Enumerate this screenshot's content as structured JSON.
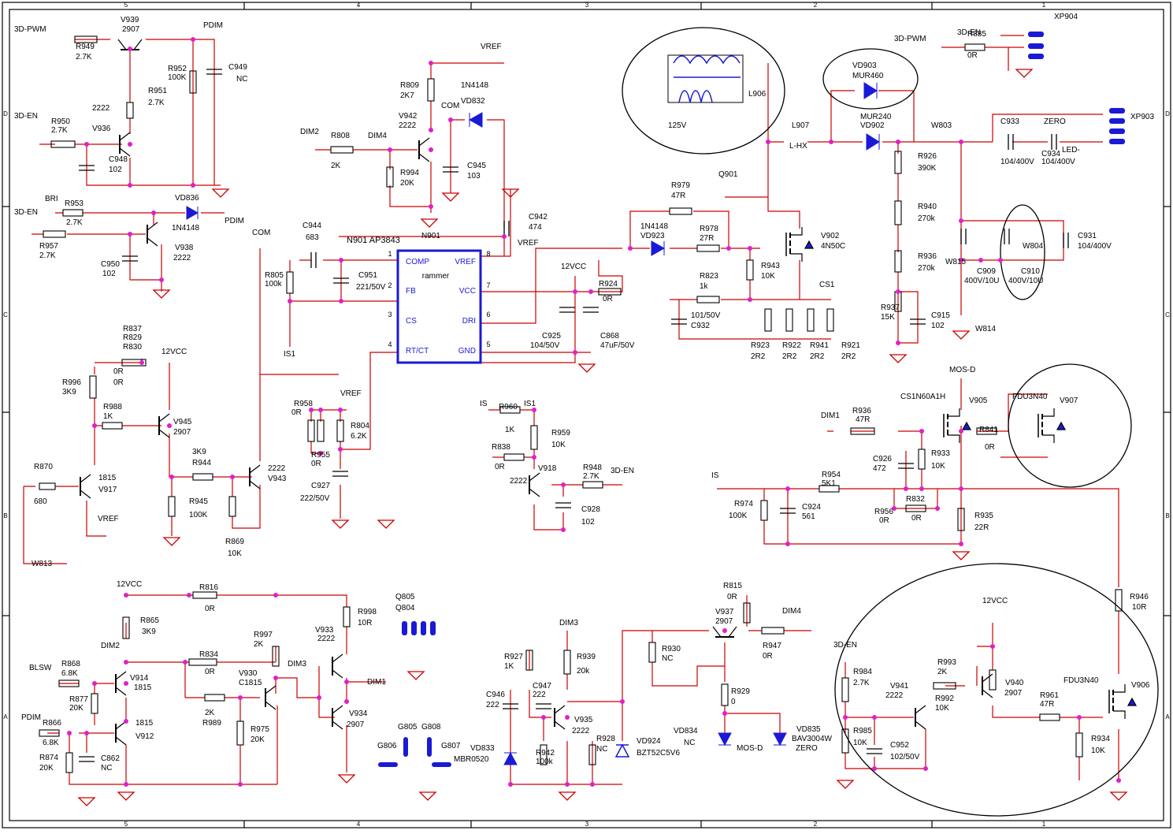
{
  "frame": {
    "columns": [
      "5",
      "4",
      "3",
      "2",
      "1"
    ],
    "rows": [
      "D",
      "C",
      "B",
      "A"
    ]
  },
  "ic": {
    "ref": "N901 AP3843",
    "center": "rammer",
    "pins": [
      {
        "n": "1",
        "name": "COMP"
      },
      {
        "n": "2",
        "name": "FB"
      },
      {
        "n": "3",
        "name": "CS"
      },
      {
        "n": "4",
        "name": "RT/CT"
      },
      {
        "n": "8",
        "name": "VREF"
      },
      {
        "n": "7",
        "name": "VCC"
      },
      {
        "n": "6",
        "name": "DRI"
      },
      {
        "n": "5",
        "name": "GND"
      }
    ]
  },
  "labels": [
    {
      "id": "t1",
      "text": "3D-PWM"
    },
    {
      "id": "t2",
      "text": "R949"
    },
    {
      "id": "t3",
      "text": "2.7K"
    },
    {
      "id": "t4",
      "text": "V939"
    },
    {
      "id": "t5",
      "text": "2907"
    },
    {
      "id": "t6",
      "text": "PDIM"
    },
    {
      "id": "t7",
      "text": "R952"
    },
    {
      "id": "t8",
      "text": "100K"
    },
    {
      "id": "t9",
      "text": "C949"
    },
    {
      "id": "t10",
      "text": "NC"
    },
    {
      "id": "t11",
      "text": "R951"
    },
    {
      "id": "t12",
      "text": "2.7K"
    },
    {
      "id": "t13",
      "text": "2222"
    },
    {
      "id": "t14",
      "text": "3D-EN"
    },
    {
      "id": "t15",
      "text": "R950"
    },
    {
      "id": "t16",
      "text": "2.7K"
    },
    {
      "id": "t17",
      "text": "V936"
    },
    {
      "id": "t18",
      "text": "C948"
    },
    {
      "id": "t19",
      "text": "102"
    },
    {
      "id": "t20",
      "text": "BRI"
    },
    {
      "id": "t21",
      "text": "R953"
    },
    {
      "id": "t22",
      "text": "2.7K"
    },
    {
      "id": "t23",
      "text": "3D-EN"
    },
    {
      "id": "t24",
      "text": "VD836"
    },
    {
      "id": "t25",
      "text": "1N4148"
    },
    {
      "id": "t26",
      "text": "PDIM"
    },
    {
      "id": "t27",
      "text": "R957"
    },
    {
      "id": "t28",
      "text": "2.7K"
    },
    {
      "id": "t29",
      "text": "V938"
    },
    {
      "id": "t30",
      "text": "2222"
    },
    {
      "id": "t31",
      "text": "C950"
    },
    {
      "id": "t32",
      "text": "102"
    },
    {
      "id": "t33",
      "text": "COM"
    },
    {
      "id": "t34",
      "text": "VREF"
    },
    {
      "id": "t35",
      "text": "R809"
    },
    {
      "id": "t36",
      "text": "2K7"
    },
    {
      "id": "t37",
      "text": "1N4148"
    },
    {
      "id": "t38",
      "text": "COM"
    },
    {
      "id": "t39",
      "text": "VD832"
    },
    {
      "id": "t40",
      "text": "V942"
    },
    {
      "id": "t41",
      "text": "2222"
    },
    {
      "id": "t42",
      "text": "DIM2"
    },
    {
      "id": "t43",
      "text": "R808"
    },
    {
      "id": "t44",
      "text": "DIM4"
    },
    {
      "id": "t45",
      "text": "2K"
    },
    {
      "id": "t46",
      "text": "R994"
    },
    {
      "id": "t47",
      "text": "20K"
    },
    {
      "id": "t48",
      "text": "C945"
    },
    {
      "id": "t49",
      "text": "103"
    },
    {
      "id": "t50",
      "text": "N901"
    },
    {
      "id": "t51",
      "text": "C944"
    },
    {
      "id": "t52",
      "text": "683"
    },
    {
      "id": "t53",
      "text": "R805"
    },
    {
      "id": "t54",
      "text": "100k"
    },
    {
      "id": "t55",
      "text": "C951"
    },
    {
      "id": "t56",
      "text": "221/50V"
    },
    {
      "id": "t57",
      "text": "IS1"
    },
    {
      "id": "t58",
      "text": "C942"
    },
    {
      "id": "t59",
      "text": "474"
    },
    {
      "id": "t60",
      "text": "VREF"
    },
    {
      "id": "t61",
      "text": "12VCC"
    },
    {
      "id": "t62",
      "text": "R924"
    },
    {
      "id": "t63",
      "text": "0R"
    },
    {
      "id": "t64",
      "text": "C925"
    },
    {
      "id": "t65",
      "text": "104/50V"
    },
    {
      "id": "t66",
      "text": "C868"
    },
    {
      "id": "t67",
      "text": "47uF/50V"
    },
    {
      "id": "t68",
      "text": "R979"
    },
    {
      "id": "t69",
      "text": "47R"
    },
    {
      "id": "t70",
      "text": "1N4148"
    },
    {
      "id": "t71",
      "text": "VD923"
    },
    {
      "id": "t72",
      "text": "R978"
    },
    {
      "id": "t73",
      "text": "27R"
    },
    {
      "id": "t74",
      "text": "Q901"
    },
    {
      "id": "t75",
      "text": "V902"
    },
    {
      "id": "t76",
      "text": "4N50C"
    },
    {
      "id": "t77",
      "text": "R943"
    },
    {
      "id": "t78",
      "text": "10K"
    },
    {
      "id": "t79",
      "text": "R823"
    },
    {
      "id": "t80",
      "text": "1k"
    },
    {
      "id": "t81",
      "text": "CS1"
    },
    {
      "id": "t82",
      "text": "101/50V"
    },
    {
      "id": "t83",
      "text": "C932"
    },
    {
      "id": "t84",
      "text": "R923"
    },
    {
      "id": "t85",
      "text": "2R2"
    },
    {
      "id": "t86",
      "text": "R922"
    },
    {
      "id": "t87",
      "text": "2R2"
    },
    {
      "id": "t88",
      "text": "R941"
    },
    {
      "id": "t89",
      "text": "2R2"
    },
    {
      "id": "t90",
      "text": "R921"
    },
    {
      "id": "t91",
      "text": "2R2"
    },
    {
      "id": "t92",
      "text": "125V"
    },
    {
      "id": "t93",
      "text": "L906"
    },
    {
      "id": "t94",
      "text": "L907"
    },
    {
      "id": "t95",
      "text": "L-HX"
    },
    {
      "id": "t96",
      "text": "VD903"
    },
    {
      "id": "t97",
      "text": "MUR460"
    },
    {
      "id": "t98",
      "text": "MUR240"
    },
    {
      "id": "t99",
      "text": "VD902"
    },
    {
      "id": "t100",
      "text": "W803"
    },
    {
      "id": "t101",
      "text": "R926"
    },
    {
      "id": "t102",
      "text": "390K"
    },
    {
      "id": "t103",
      "text": "R940"
    },
    {
      "id": "t104",
      "text": "270k"
    },
    {
      "id": "t105",
      "text": "R936"
    },
    {
      "id": "t106",
      "text": "270k"
    },
    {
      "id": "t107",
      "text": "R937"
    },
    {
      "id": "t108",
      "text": "15K"
    },
    {
      "id": "t109",
      "text": "C915"
    },
    {
      "id": "t110",
      "text": "102"
    },
    {
      "id": "t111",
      "text": "3D-PWM"
    },
    {
      "id": "t112",
      "text": "3D-EN"
    },
    {
      "id": "t113",
      "text": "R885"
    },
    {
      "id": "t114",
      "text": "0R"
    },
    {
      "id": "t115",
      "text": "XP904"
    },
    {
      "id": "t116",
      "text": "C933"
    },
    {
      "id": "t117",
      "text": "ZERO"
    },
    {
      "id": "t118",
      "text": "C934"
    },
    {
      "id": "t119",
      "text": "LED-"
    },
    {
      "id": "t120",
      "text": "104/400V"
    },
    {
      "id": "t121",
      "text": "104/400V"
    },
    {
      "id": "t122",
      "text": "XP903"
    },
    {
      "id": "t123",
      "text": "W815"
    },
    {
      "id": "t124",
      "text": "C909"
    },
    {
      "id": "t125",
      "text": "400V/10U"
    },
    {
      "id": "t126",
      "text": "C910"
    },
    {
      "id": "t127",
      "text": "400V/10U"
    },
    {
      "id": "t128",
      "text": "W804"
    },
    {
      "id": "t129",
      "text": "C931"
    },
    {
      "id": "t130",
      "text": "104/400V"
    },
    {
      "id": "t131",
      "text": "W814"
    },
    {
      "id": "t132",
      "text": "MOS-D"
    },
    {
      "id": "t133",
      "text": "CS1N60A1H"
    },
    {
      "id": "t134",
      "text": "V905"
    },
    {
      "id": "t135",
      "text": "FDU3N40"
    },
    {
      "id": "t136",
      "text": "V907"
    },
    {
      "id": "t137",
      "text": "DIM1"
    },
    {
      "id": "t138",
      "text": "R936"
    },
    {
      "id": "t139",
      "text": "47R"
    },
    {
      "id": "t140",
      "text": "R841"
    },
    {
      "id": "t141",
      "text": "0R"
    },
    {
      "id": "t142",
      "text": "C926"
    },
    {
      "id": "t143",
      "text": "472"
    },
    {
      "id": "t144",
      "text": "R933"
    },
    {
      "id": "t145",
      "text": "10K"
    },
    {
      "id": "t146",
      "text": "IS"
    },
    {
      "id": "t147",
      "text": "R954"
    },
    {
      "id": "t148",
      "text": "5K1"
    },
    {
      "id": "t149",
      "text": "R974"
    },
    {
      "id": "t150",
      "text": "100K"
    },
    {
      "id": "t151",
      "text": "C924"
    },
    {
      "id": "t152",
      "text": "561"
    },
    {
      "id": "t153",
      "text": "R956"
    },
    {
      "id": "t154",
      "text": "0R"
    },
    {
      "id": "t155",
      "text": "R832"
    },
    {
      "id": "t156",
      "text": "0R"
    },
    {
      "id": "t157",
      "text": "R935"
    },
    {
      "id": "t158",
      "text": "22R"
    },
    {
      "id": "t159",
      "text": "R837"
    },
    {
      "id": "t160",
      "text": "R829"
    },
    {
      "id": "t161",
      "text": "R830"
    },
    {
      "id": "t162",
      "text": "12VCC"
    },
    {
      "id": "t163",
      "text": "0R"
    },
    {
      "id": "t164",
      "text": "0R"
    },
    {
      "id": "t165",
      "text": "R996"
    },
    {
      "id": "t166",
      "text": "3K9"
    },
    {
      "id": "t167",
      "text": "R988"
    },
    {
      "id": "t168",
      "text": "1K"
    },
    {
      "id": "t169",
      "text": "V945"
    },
    {
      "id": "t170",
      "text": "2907"
    },
    {
      "id": "t171",
      "text": "R870"
    },
    {
      "id": "t172",
      "text": "680"
    },
    {
      "id": "t173",
      "text": "1815"
    },
    {
      "id": "t174",
      "text": "V917"
    },
    {
      "id": "t175",
      "text": "VREF"
    },
    {
      "id": "t176",
      "text": "3K9"
    },
    {
      "id": "t177",
      "text": "R944"
    },
    {
      "id": "t178",
      "text": "2222"
    },
    {
      "id": "t179",
      "text": "V943"
    },
    {
      "id": "t180",
      "text": "R945"
    },
    {
      "id": "t181",
      "text": "100K"
    },
    {
      "id": "t182",
      "text": "R869"
    },
    {
      "id": "t183",
      "text": "10K"
    },
    {
      "id": "t184",
      "text": "W813"
    },
    {
      "id": "t185",
      "text": "R958"
    },
    {
      "id": "t186",
      "text": "0R"
    },
    {
      "id": "t187",
      "text": "VREF"
    },
    {
      "id": "t188",
      "text": "R804"
    },
    {
      "id": "t189",
      "text": "6.2K"
    },
    {
      "id": "t190",
      "text": "R955"
    },
    {
      "id": "t191",
      "text": "0R"
    },
    {
      "id": "t192",
      "text": "C927"
    },
    {
      "id": "t193",
      "text": "222/50V"
    },
    {
      "id": "t194",
      "text": "IS"
    },
    {
      "id": "t195",
      "text": "R960"
    },
    {
      "id": "t196",
      "text": "IS1"
    },
    {
      "id": "t197",
      "text": "1K"
    },
    {
      "id": "t198",
      "text": "R959"
    },
    {
      "id": "t199",
      "text": "10K"
    },
    {
      "id": "t200",
      "text": "R838"
    },
    {
      "id": "t201",
      "text": "0R"
    },
    {
      "id": "t202",
      "text": "V918"
    },
    {
      "id": "t203",
      "text": "2222"
    },
    {
      "id": "t204",
      "text": "R948"
    },
    {
      "id": "t205",
      "text": "2.7K"
    },
    {
      "id": "t206",
      "text": "3D-EN"
    },
    {
      "id": "t207",
      "text": "C928"
    },
    {
      "id": "t208",
      "text": "102"
    },
    {
      "id": "t209",
      "text": "12VCC"
    },
    {
      "id": "t210",
      "text": "R816"
    },
    {
      "id": "t211",
      "text": "0R"
    },
    {
      "id": "t212",
      "text": "R865"
    },
    {
      "id": "t213",
      "text": "3K9"
    },
    {
      "id": "t214",
      "text": "DIM2"
    },
    {
      "id": "t215",
      "text": "R834"
    },
    {
      "id": "t216",
      "text": "0R"
    },
    {
      "id": "t217",
      "text": "BLSW"
    },
    {
      "id": "t218",
      "text": "R868"
    },
    {
      "id": "t219",
      "text": "6.8K"
    },
    {
      "id": "t220",
      "text": "V914"
    },
    {
      "id": "t221",
      "text": "1815"
    },
    {
      "id": "t222",
      "text": "R877"
    },
    {
      "id": "t223",
      "text": "20K"
    },
    {
      "id": "t224",
      "text": "1815"
    },
    {
      "id": "t225",
      "text": "V912"
    },
    {
      "id": "t226",
      "text": "PDIM"
    },
    {
      "id": "t227",
      "text": "R866"
    },
    {
      "id": "t228",
      "text": "6.8K"
    },
    {
      "id": "t229",
      "text": "R874"
    },
    {
      "id": "t230",
      "text": "20K"
    },
    {
      "id": "t231",
      "text": "C862"
    },
    {
      "id": "t232",
      "text": "NC"
    },
    {
      "id": "t233",
      "text": "R997"
    },
    {
      "id": "t234",
      "text": "2K"
    },
    {
      "id": "t235",
      "text": "V930"
    },
    {
      "id": "t236",
      "text": "C1815"
    },
    {
      "id": "t237",
      "text": "2K"
    },
    {
      "id": "t238",
      "text": "R989"
    },
    {
      "id": "t239",
      "text": "R975"
    },
    {
      "id": "t240",
      "text": "20K"
    },
    {
      "id": "t241",
      "text": "DIM3"
    },
    {
      "id": "t242",
      "text": "R998"
    },
    {
      "id": "t243",
      "text": "10R"
    },
    {
      "id": "t244",
      "text": "V933"
    },
    {
      "id": "t245",
      "text": "2222"
    },
    {
      "id": "t246",
      "text": "DIM1"
    },
    {
      "id": "t247",
      "text": "V934"
    },
    {
      "id": "t248",
      "text": "2907"
    },
    {
      "id": "t249",
      "text": "Q805"
    },
    {
      "id": "t250",
      "text": "Q804"
    },
    {
      "id": "t251",
      "text": "G806"
    },
    {
      "id": "t252",
      "text": "G805"
    },
    {
      "id": "t253",
      "text": "G808"
    },
    {
      "id": "t254",
      "text": "G807"
    },
    {
      "id": "t255",
      "text": "MBR0520"
    },
    {
      "id": "t256",
      "text": "DIM3"
    },
    {
      "id": "t257",
      "text": "R927"
    },
    {
      "id": "t258",
      "text": "1K"
    },
    {
      "id": "t259",
      "text": "R939"
    },
    {
      "id": "t260",
      "text": "20k"
    },
    {
      "id": "t261",
      "text": "C946"
    },
    {
      "id": "t262",
      "text": "222"
    },
    {
      "id": "t263",
      "text": "C947"
    },
    {
      "id": "t264",
      "text": "222"
    },
    {
      "id": "t265",
      "text": "V935"
    },
    {
      "id": "t266",
      "text": "2222"
    },
    {
      "id": "t267",
      "text": "VD833"
    },
    {
      "id": "t268",
      "text": "R942"
    },
    {
      "id": "t269",
      "text": "100k"
    },
    {
      "id": "t270",
      "text": "R928"
    },
    {
      "id": "t271",
      "text": "NC"
    },
    {
      "id": "t272",
      "text": "VD924"
    },
    {
      "id": "t273",
      "text": "BZT52C5V6"
    },
    {
      "id": "t274",
      "text": "R930"
    },
    {
      "id": "t275",
      "text": "NC"
    },
    {
      "id": "t276",
      "text": "R815"
    },
    {
      "id": "t277",
      "text": "0R"
    },
    {
      "id": "t278",
      "text": "V937"
    },
    {
      "id": "t279",
      "text": "2907"
    },
    {
      "id": "t280",
      "text": "DIM4"
    },
    {
      "id": "t281",
      "text": "R947"
    },
    {
      "id": "t282",
      "text": "0R"
    },
    {
      "id": "t283",
      "text": "R929"
    },
    {
      "id": "t284",
      "text": "0"
    },
    {
      "id": "t285",
      "text": "VD834"
    },
    {
      "id": "t286",
      "text": "NC"
    },
    {
      "id": "t287",
      "text": "MOS-D"
    },
    {
      "id": "t288",
      "text": "VD835"
    },
    {
      "id": "t289",
      "text": "BAV3004W"
    },
    {
      "id": "t290",
      "text": "ZERO"
    },
    {
      "id": "t291",
      "text": "3D-EN"
    },
    {
      "id": "t292",
      "text": "12VCC"
    },
    {
      "id": "t293",
      "text": "R984"
    },
    {
      "id": "t294",
      "text": "2.7K"
    },
    {
      "id": "t295",
      "text": "R993"
    },
    {
      "id": "t296",
      "text": "2K"
    },
    {
      "id": "t297",
      "text": "V941"
    },
    {
      "id": "t298",
      "text": "2222"
    },
    {
      "id": "t299",
      "text": "V940"
    },
    {
      "id": "t300",
      "text": "2907"
    },
    {
      "id": "t301",
      "text": "R992"
    },
    {
      "id": "t302",
      "text": "10K"
    },
    {
      "id": "t303",
      "text": "FDU3N40"
    },
    {
      "id": "t304",
      "text": "V906"
    },
    {
      "id": "t305",
      "text": "R961"
    },
    {
      "id": "t306",
      "text": "47R"
    },
    {
      "id": "t307",
      "text": "R985"
    },
    {
      "id": "t308",
      "text": "10K"
    },
    {
      "id": "t309",
      "text": "C952"
    },
    {
      "id": "t310",
      "text": "102/50V"
    },
    {
      "id": "t311",
      "text": "R934"
    },
    {
      "id": "t312",
      "text": "10K"
    },
    {
      "id": "t313",
      "text": "R946"
    },
    {
      "id": "t314",
      "text": "10R"
    }
  ],
  "colors": {
    "wire": "#cc0000",
    "ink": "#000000",
    "part": "#1a1ad6",
    "node": "#e020c8"
  }
}
